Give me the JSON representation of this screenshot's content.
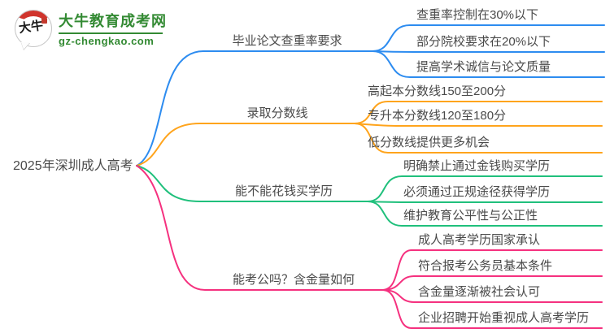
{
  "logo": {
    "badge_text": "大牛",
    "title": "大牛教育成考网",
    "domain": "gz-chengkao.com"
  },
  "colors": {
    "logo_green": "#338A33",
    "logo_red": "#D0342C",
    "node_text": "#4A4A4A"
  },
  "root": {
    "label": "2025年深圳成人高考"
  },
  "branches": [
    {
      "label": "毕业论文查重率要求",
      "color": "#2D8CF0",
      "children": [
        "查重率控制在30%以下",
        "部分院校要求在20%以下",
        "提高学术诚信与论文质量"
      ]
    },
    {
      "label": "录取分数线",
      "color": "#FFA41C",
      "children": [
        "高起本分数线150至200分",
        "专升本分数线120至180分",
        "低分数线提供更多机会"
      ]
    },
    {
      "label": "能不能花钱买学历",
      "color": "#20C07C",
      "children": [
        "明确禁止通过金钱购买学历",
        "必须通过正规途径获得学历",
        "维护教育公平性与公正性"
      ]
    },
    {
      "label": "能考公吗？含金量如何",
      "color": "#F5317F",
      "children": [
        "成人高考学历国家承认",
        "符合报考公务员基本条件",
        "含金量逐渐被社会认可",
        "企业招聘开始重视成人高考学历"
      ]
    }
  ]
}
